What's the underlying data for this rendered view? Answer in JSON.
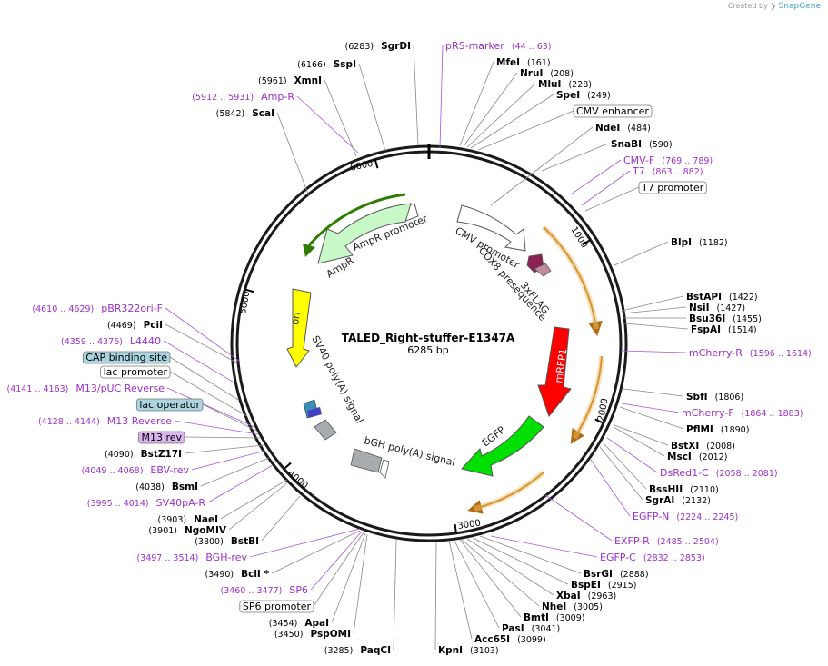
{
  "credit": {
    "prefix": "Created by",
    "brand": "SnapGene"
  },
  "plasmid": {
    "name": "TALED_Right-stuffer-E1347A",
    "length_label": "6285 bp"
  },
  "ticks": [
    "1000",
    "2000",
    "3000",
    "4000",
    "5000",
    "6000"
  ],
  "colors": {
    "enzyme": "#000000",
    "primer": "#9b30c8",
    "feature_box": "#aad5e0",
    "m13_box": "#d9b3ec"
  },
  "labels": [
    {
      "kind": "enzyme",
      "name": "SgrDI",
      "pos": "(6283)"
    },
    {
      "kind": "primer",
      "name": "pRS-marker",
      "pos": "(44 .. 63)"
    },
    {
      "kind": "enzyme",
      "name": "MfeI",
      "pos": "(161)"
    },
    {
      "kind": "enzyme",
      "name": "NruI",
      "pos": "(208)"
    },
    {
      "kind": "enzyme",
      "name": "MluI",
      "pos": "(228)"
    },
    {
      "kind": "enzyme",
      "name": "SpeI",
      "pos": "(249)"
    },
    {
      "kind": "feature",
      "name": "CMV enhancer",
      "pos": ""
    },
    {
      "kind": "enzyme",
      "name": "NdeI",
      "pos": "(484)"
    },
    {
      "kind": "enzyme",
      "name": "SnaBI",
      "pos": "(590)"
    },
    {
      "kind": "primer",
      "name": "CMV-F",
      "pos": "(769 .. 789)"
    },
    {
      "kind": "primer",
      "name": "T7",
      "pos": "(863 .. 882)"
    },
    {
      "kind": "feature",
      "name": "T7 promoter",
      "pos": ""
    },
    {
      "kind": "enzyme",
      "name": "BlpI",
      "pos": "(1182)"
    },
    {
      "kind": "enzyme",
      "name": "BstAPI",
      "pos": "(1422)"
    },
    {
      "kind": "enzyme",
      "name": "NsiI",
      "pos": "(1427)"
    },
    {
      "kind": "enzyme",
      "name": "Bsu36I",
      "pos": "(1455)"
    },
    {
      "kind": "enzyme",
      "name": "FspAI",
      "pos": "(1514)"
    },
    {
      "kind": "primer",
      "name": "mCherry-R",
      "pos": "(1596 .. 1614)"
    },
    {
      "kind": "enzyme",
      "name": "SbfI",
      "pos": "(1806)"
    },
    {
      "kind": "primer",
      "name": "mCherry-F",
      "pos": "(1864 .. 1883)"
    },
    {
      "kind": "enzyme",
      "name": "PflMI",
      "pos": "(1890)"
    },
    {
      "kind": "enzyme",
      "name": "BstXI",
      "pos": "(2008)"
    },
    {
      "kind": "enzyme",
      "name": "MscI",
      "pos": "(2012)"
    },
    {
      "kind": "primer",
      "name": "DsRed1-C",
      "pos": "(2058 .. 2081)"
    },
    {
      "kind": "enzyme",
      "name": "BssHII",
      "pos": "(2110)"
    },
    {
      "kind": "enzyme",
      "name": "SgrAI",
      "pos": "(2132)"
    },
    {
      "kind": "primer",
      "name": "EGFP-N",
      "pos": "(2224 .. 2245)"
    },
    {
      "kind": "primer",
      "name": "EXFP-R",
      "pos": "(2485 .. 2504)"
    },
    {
      "kind": "primer",
      "name": "EGFP-C",
      "pos": "(2832 .. 2853)"
    },
    {
      "kind": "enzyme",
      "name": "BsrGI",
      "pos": "(2888)"
    },
    {
      "kind": "enzyme",
      "name": "BspEI",
      "pos": "(2915)"
    },
    {
      "kind": "enzyme",
      "name": "XbaI",
      "pos": "(2963)"
    },
    {
      "kind": "enzyme",
      "name": "NheI",
      "pos": "(3005)"
    },
    {
      "kind": "enzyme",
      "name": "BmtI",
      "pos": "(3009)"
    },
    {
      "kind": "enzyme",
      "name": "PasI",
      "pos": "(3041)"
    },
    {
      "kind": "enzyme",
      "name": "Acc65I",
      "pos": "(3099)"
    },
    {
      "kind": "enzyme",
      "name": "KpnI",
      "pos": "(3103)"
    },
    {
      "kind": "enzyme",
      "name": "PaqCI",
      "pos": "(3285)"
    },
    {
      "kind": "enzyme",
      "name": "PspOMI",
      "pos": "(3450)"
    },
    {
      "kind": "enzyme",
      "name": "ApaI",
      "pos": "(3454)"
    },
    {
      "kind": "feature",
      "name": "SP6 promoter",
      "pos": ""
    },
    {
      "kind": "primer",
      "name": "SP6",
      "pos": "(3460 .. 3477)"
    },
    {
      "kind": "enzyme",
      "name": "BclI *",
      "pos": "(3490)"
    },
    {
      "kind": "primer",
      "name": "BGH-rev",
      "pos": "(3497 .. 3514)"
    },
    {
      "kind": "enzyme",
      "name": "BstBI",
      "pos": "(3800)"
    },
    {
      "kind": "enzyme",
      "name": "NgoMIV",
      "pos": "(3901)"
    },
    {
      "kind": "enzyme",
      "name": "NaeI",
      "pos": "(3903)"
    },
    {
      "kind": "primer",
      "name": "SV40pA-R",
      "pos": "(3995 .. 4014)"
    },
    {
      "kind": "enzyme",
      "name": "BsmI",
      "pos": "(4038)"
    },
    {
      "kind": "primer",
      "name": "EBV-rev",
      "pos": "(4049 .. 4068)"
    },
    {
      "kind": "enzyme",
      "name": "BstZ17I",
      "pos": "(4090)"
    },
    {
      "kind": "m13",
      "name": "M13 rev",
      "pos": ""
    },
    {
      "kind": "primer",
      "name": "M13 Reverse",
      "pos": "(4128 .. 4144)"
    },
    {
      "kind": "feature_blue",
      "name": "lac operator",
      "pos": ""
    },
    {
      "kind": "primer",
      "name": "M13/pUC Reverse",
      "pos": "(4141 .. 4163)"
    },
    {
      "kind": "feature",
      "name": "lac promoter",
      "pos": ""
    },
    {
      "kind": "feature_blue",
      "name": "CAP binding site",
      "pos": ""
    },
    {
      "kind": "primer",
      "name": "L4440",
      "pos": "(4359 .. 4376)"
    },
    {
      "kind": "enzyme",
      "name": "PciI",
      "pos": "(4469)"
    },
    {
      "kind": "primer",
      "name": "pBR322ori-F",
      "pos": "(4610 .. 4629)"
    },
    {
      "kind": "enzyme",
      "name": "ScaI",
      "pos": "(5842)"
    },
    {
      "kind": "primer",
      "name": "Amp-R",
      "pos": "(5912 .. 5931)"
    },
    {
      "kind": "enzyme",
      "name": "XmnI",
      "pos": "(5961)"
    },
    {
      "kind": "enzyme",
      "name": "SspI",
      "pos": "(6166)"
    }
  ],
  "features": [
    {
      "name": "AmpR promoter"
    },
    {
      "name": "AmpR"
    },
    {
      "name": "CMV promoter"
    },
    {
      "name": "COX8 presequence"
    },
    {
      "name": "3xFLAG"
    },
    {
      "name": "mRFP1"
    },
    {
      "name": "EGFP"
    },
    {
      "name": "ori"
    },
    {
      "name": "SV40 poly(A) signal"
    },
    {
      "name": "bGH poly(A) signal"
    }
  ]
}
